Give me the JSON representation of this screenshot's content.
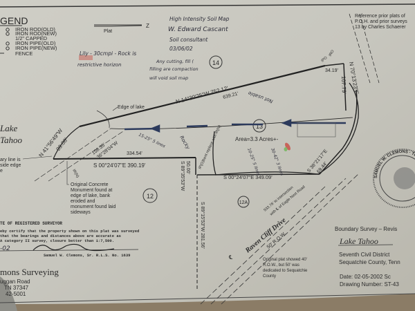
{
  "legend": {
    "title": "GEND",
    "items": [
      "IRON ROD(OLD)",
      "IRON ROD(NEW)",
      "1/2\" CAPPED",
      "IRON PIPE(OLD)",
      "IRON PIPE(NEW)",
      "FENCE"
    ]
  },
  "north_arrow": {
    "label": "Plat",
    "north": "Z"
  },
  "handwritten": {
    "soil_map": [
      "High Intensity Soil Map",
      "W. Edward Cascant",
      "Soil consultant",
      "03/06/02"
    ],
    "lily": "Lily - 30cmpi - Rock is",
    "lily2": "restrictive horizon",
    "cutting": [
      "Any cutting, fill (",
      "filling are compaction",
      "will void soil map"
    ],
    "not_usable": "Not usable",
    "rocky": "Rocky",
    "depth1": "15-25\" 5 lines",
    "depth2": "10-25\" 5 lines",
    "depth3": "30-42\" 3 lines"
  },
  "reference_note": [
    "Reference prior plats of",
    "P.O.H. and prior surveys",
    "13 by Charles Schaerer"
  ],
  "lots": [
    "14",
    "13",
    "12",
    "12A"
  ],
  "bearings": {
    "north_line": "N 14°30'25\"W  752.12'",
    "north_line_sub": "639.21'",
    "east_line": "N 70°13'23\"E",
    "east_dist": "107.79'",
    "top_short": "34.19'",
    "west_line": "N 41°56'49\"W",
    "west_dist": "99.08'",
    "diag1": "158.35'",
    "diag2": "36°28'04\"W",
    "south_line": "S 00°24'07\"E   390.19'",
    "south_sub": "334.54'",
    "vert_50": "50.00'",
    "vert_50_b": "S 89°35'53\"W",
    "lot13_south": "S 00°24'07\"E   349.09'",
    "lot13_se": "S 38°21'17\"E",
    "lot13_se_dist": "69.44'",
    "vert_long": "S 89°15'53\"W   281.56'",
    "intersection": "933.76' to intersection",
    "intersection2": "with ℄ of Eagle Nest Road"
  },
  "area": "Area=3.3 Acres+-",
  "pin_labels": {
    "iro": "IRO",
    "ipo": "IPO",
    "irn": "IR(N)",
    "replace": "IP(O)bent replace with IR(N)"
  },
  "lake": [
    "Lake",
    "Tahoo"
  ],
  "edge_of_lake": "Edge of lake",
  "boundary_note": [
    "ary line is",
    "side edge",
    "e"
  ],
  "monument_note": [
    "Original Concrete",
    "Monument found at",
    "edge of lake, bank",
    "eroded and",
    "monument found laid",
    "sideways"
  ],
  "road": {
    "name": "Raven Cliff Drive",
    "row": "50' R.O.W.",
    "cl": "℄"
  },
  "row_note": [
    "Original plat showed 40'",
    "R.O.W., but 50' was",
    "dedicated to Sequatchie",
    "County"
  ],
  "certificate": {
    "title": "TE OF REGISTERED SURVEYOR",
    "lines": [
      "eby certify that the property shown on this plat was surveyed",
      "that the bearings and distances above are accurate as",
      "A category II survey, closure better than 1:7,500."
    ],
    "date": "-02",
    "signer": "Samuel W. Clemons, Sr. R.L.S. No. 1639"
  },
  "company": {
    "name": "mons Surveying",
    "lines": [
      "uggan Road",
      "TN 37347",
      "42-5001"
    ]
  },
  "title_block": {
    "type": "Boundary Survey – Revis",
    "name": "Lake Tahoo",
    "district": "Seventh Civil District",
    "county": "Sequatchie County, Tenn",
    "date": "Date: 02-05-2002  Sc",
    "drawing": "Drawing Number: ST-43"
  },
  "seal": {
    "text": "SAMUEL W. CLEMONS · TENNESSEE NO"
  },
  "colors": {
    "paper": "#c8c7bf",
    "ink": "#2a2a2a",
    "blue_ink": "#2c3a5c",
    "highlight": "#c8645a",
    "green": "#7fb86a"
  }
}
